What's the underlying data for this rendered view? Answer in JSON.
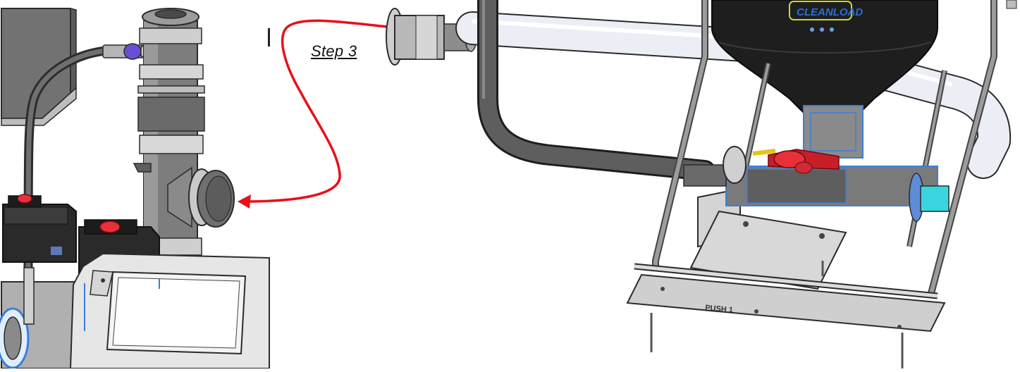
{
  "annotation": {
    "step_label": "Step 3",
    "arrow_color": "#e8101a"
  },
  "hopper": {
    "brand_label": "CLEANLOAD",
    "brand_color": "#2a6fd0",
    "plate_marking": "PUSH 1"
  },
  "colors": {
    "machine_gray": "#6e6e6e",
    "hopper_black": "#1e1e1e",
    "valve_red": "#c81e28",
    "valve_knob_red": "#e8303a",
    "cyan_adapter": "#3ad6e0",
    "purple_valve": "#6a4fd6",
    "outline_blue": "#3a7fd8"
  }
}
